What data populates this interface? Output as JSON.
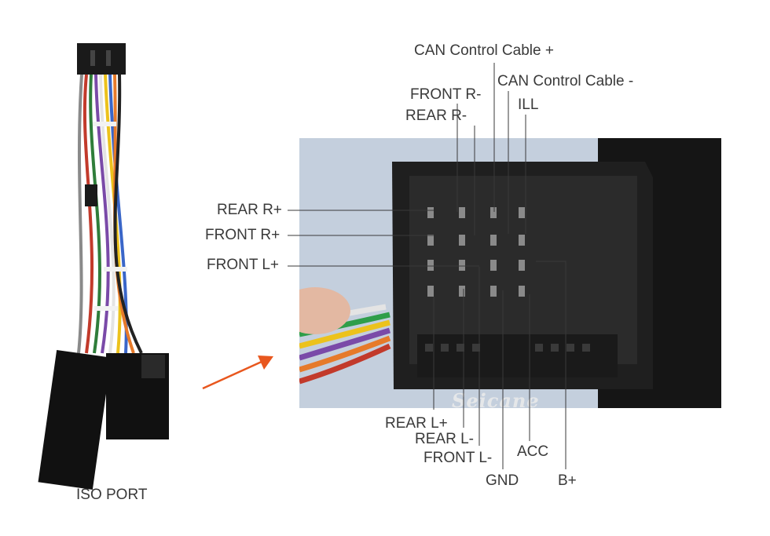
{
  "left_caption": "ISO PORT",
  "watermark": "Seicane",
  "arrow_color": "#e8571e",
  "labels": {
    "can_plus": "CAN Control Cable +",
    "can_minus": "CAN Control Cable -",
    "front_r_minus": "FRONT R-",
    "ill": "ILL",
    "rear_r_minus": "REAR R-",
    "rear_r_plus": "REAR R+",
    "front_r_plus": "FRONT R+",
    "front_l_plus": "FRONT L+",
    "rear_l_plus": "REAR L+",
    "rear_l_minus": "REAR L-",
    "front_l_minus": "FRONT L-",
    "gnd": "GND",
    "acc": "ACC",
    "b_plus": "B+"
  }
}
